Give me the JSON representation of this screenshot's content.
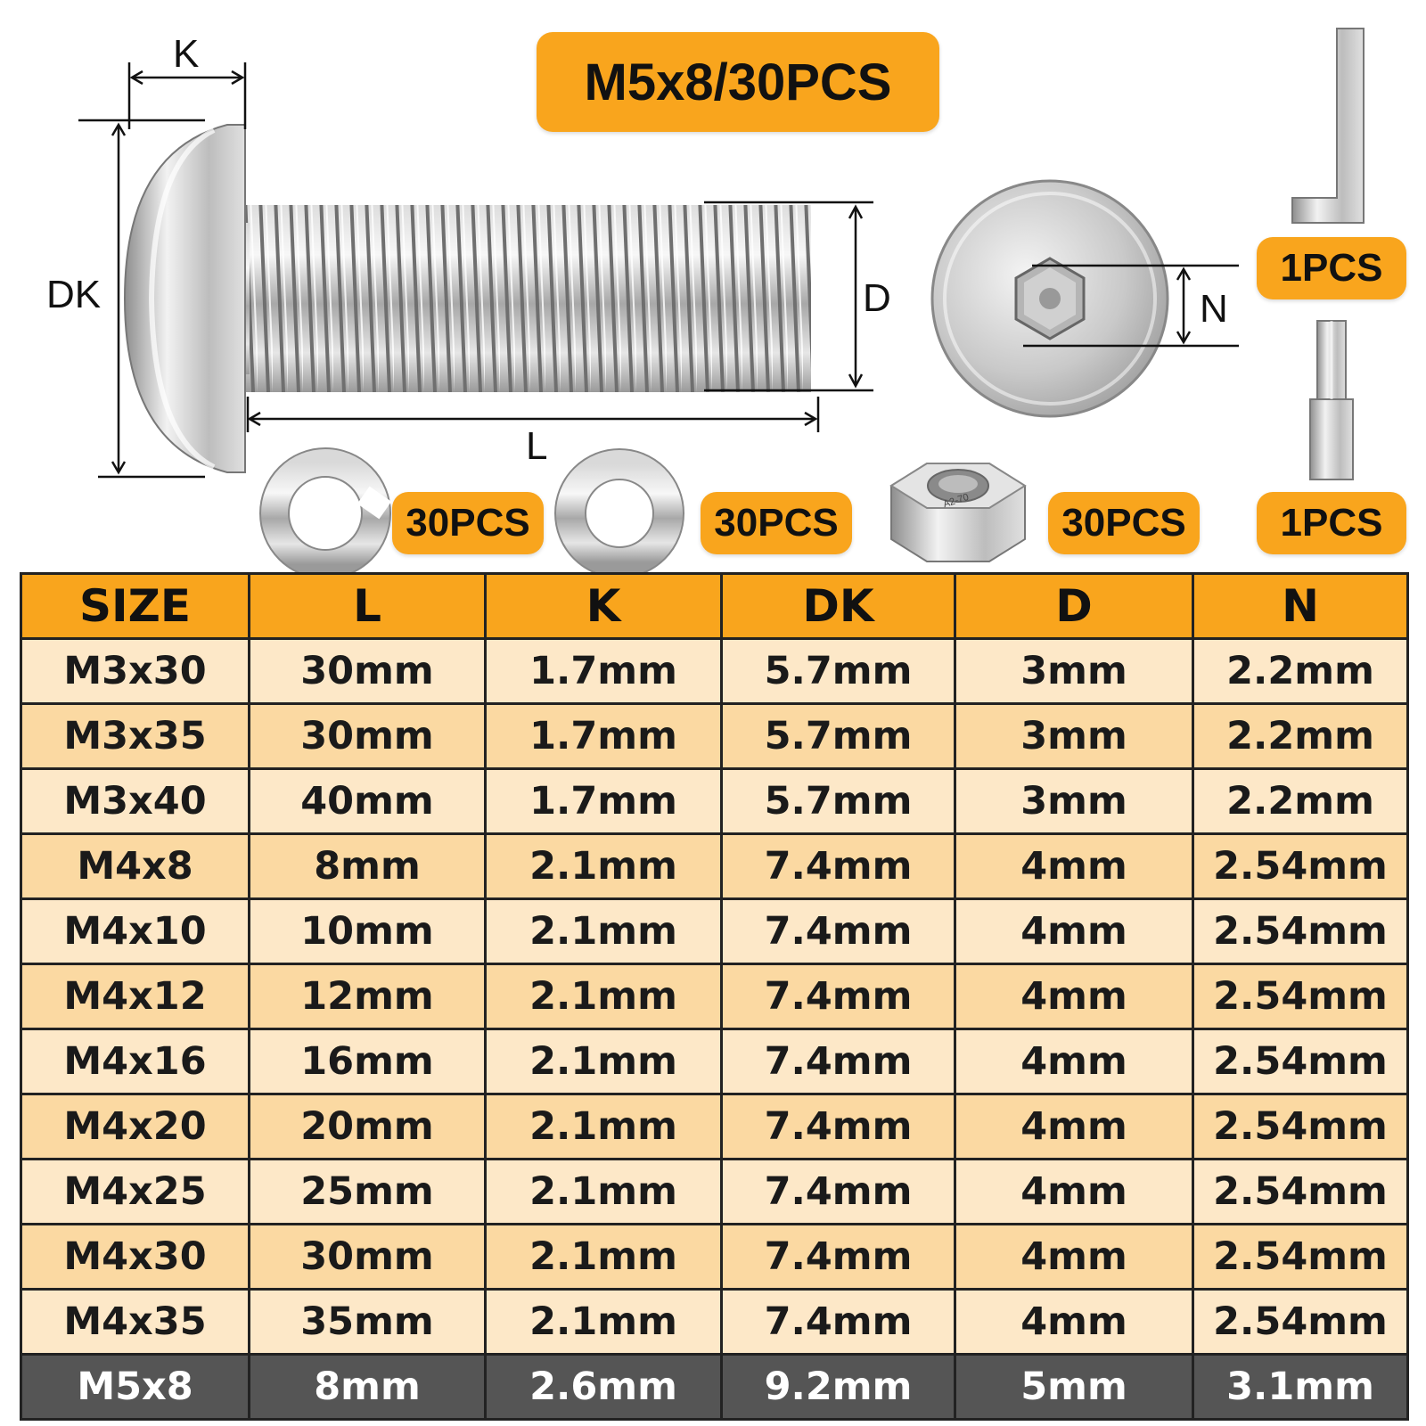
{
  "title": "M5x8/30PCS",
  "dimension_labels": {
    "k": "K",
    "dk": "DK",
    "d": "D",
    "l": "L",
    "n": "N"
  },
  "quantities": {
    "hex_key": "1PCS",
    "hex_bit": "1PCS",
    "spring_washer": "30PCS",
    "flat_washer": "30PCS",
    "hex_nut": "30PCS"
  },
  "nut_marking": "A2-70",
  "colors": {
    "accent": "#f9a51d",
    "row_light": "#fde8c8",
    "row_mid": "#fbd9a2",
    "row_highlight": "#555555"
  },
  "table": {
    "headers": [
      "SIZE",
      "L",
      "K",
      "DK",
      "D",
      "N"
    ],
    "rows": [
      [
        "M3x30",
        "30mm",
        "1.7mm",
        "5.7mm",
        "3mm",
        "2.2mm"
      ],
      [
        "M3x35",
        "30mm",
        "1.7mm",
        "5.7mm",
        "3mm",
        "2.2mm"
      ],
      [
        "M3x40",
        "40mm",
        "1.7mm",
        "5.7mm",
        "3mm",
        "2.2mm"
      ],
      [
        "M4x8",
        "8mm",
        "2.1mm",
        "7.4mm",
        "4mm",
        "2.54mm"
      ],
      [
        "M4x10",
        "10mm",
        "2.1mm",
        "7.4mm",
        "4mm",
        "2.54mm"
      ],
      [
        "M4x12",
        "12mm",
        "2.1mm",
        "7.4mm",
        "4mm",
        "2.54mm"
      ],
      [
        "M4x16",
        "16mm",
        "2.1mm",
        "7.4mm",
        "4mm",
        "2.54mm"
      ],
      [
        "M4x20",
        "20mm",
        "2.1mm",
        "7.4mm",
        "4mm",
        "2.54mm"
      ],
      [
        "M4x25",
        "25mm",
        "2.1mm",
        "7.4mm",
        "4mm",
        "2.54mm"
      ],
      [
        "M4x30",
        "30mm",
        "2.1mm",
        "7.4mm",
        "4mm",
        "2.54mm"
      ],
      [
        "M4x35",
        "35mm",
        "2.1mm",
        "7.4mm",
        "4mm",
        "2.54mm"
      ],
      [
        "M5x8",
        "8mm",
        "2.6mm",
        "9.2mm",
        "5mm",
        "3.1mm"
      ]
    ],
    "highlighted_row": 11
  }
}
